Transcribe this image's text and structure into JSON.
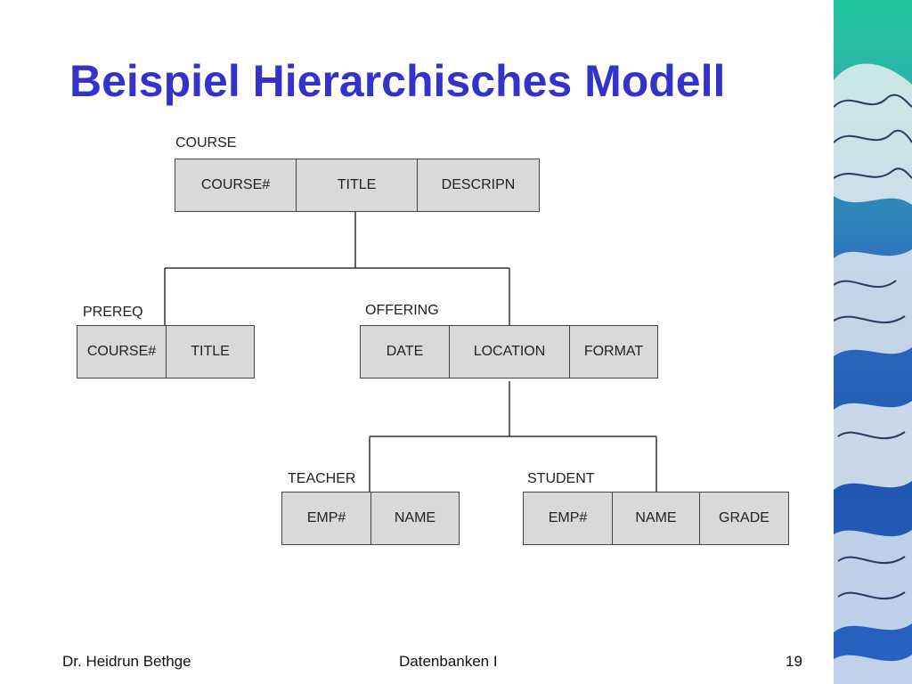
{
  "slide": {
    "title": "Beispiel Hierarchisches Modell",
    "footer_left": "Dr. Heidrun Bethge",
    "footer_center": "Datenbanken I",
    "page_number": "19",
    "accent_color": "#3333cc"
  },
  "diagram": {
    "segments": {
      "course": {
        "label": "COURSE",
        "fields": [
          "COURSE#",
          "TITLE",
          "DESCRIPN"
        ]
      },
      "prereq": {
        "label": "PREREQ",
        "fields": [
          "COURSE#",
          "TITLE"
        ]
      },
      "offering": {
        "label": "OFFERING",
        "fields": [
          "DATE",
          "LOCATION",
          "FORMAT"
        ]
      },
      "teacher": {
        "label": "TEACHER",
        "fields": [
          "EMP#",
          "NAME"
        ]
      },
      "student": {
        "label": "STUDENT",
        "fields": [
          "EMP#",
          "NAME",
          "GRADE"
        ]
      }
    },
    "relationships": [
      {
        "parent": "COURSE",
        "child": "PREREQ"
      },
      {
        "parent": "COURSE",
        "child": "OFFERING"
      },
      {
        "parent": "OFFERING",
        "child": "TEACHER"
      },
      {
        "parent": "OFFERING",
        "child": "STUDENT"
      }
    ]
  }
}
